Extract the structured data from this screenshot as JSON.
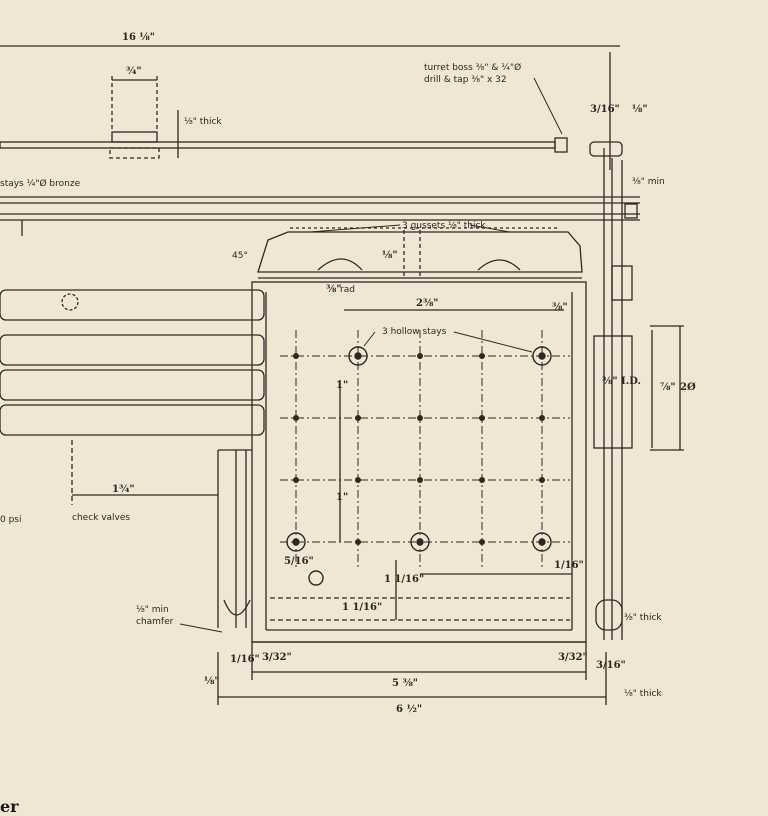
{
  "labels": {
    "overall_width": "16 ⅛\"",
    "turret_boss": "turret boss ⅜\" & ¼\"Ø",
    "drill_tap": "drill & tap ⅜\" x 32",
    "three_eighths_top": "¾\"",
    "eighth_thick_top": "⅛\" thick",
    "stays_bronze": "stays ¼\"Ø bronze",
    "gussets": "3 gussets ⅛\" thick",
    "deg45": "45°",
    "rad": "rad",
    "hollow_stays": "3 hollow stays",
    "check_valves": "check valves",
    "psi": "0 psi",
    "chamfer_1": "⅛\" min",
    "chamfer_2": "chamfer",
    "min_label": "⅜\" min",
    "dim_2_3_8": "2⅜\"",
    "dim_3_8_a": "⅜\"",
    "dim_1_8_a": "⅛\"",
    "dim_id": "⅜\" I.D.",
    "dim_7_8": "⅞\"",
    "dim_2dia": "2Ø",
    "dim_3_8_center": "⅜\"",
    "dim_1_in": "1\"",
    "dim_1_in_b": "1\"",
    "dim_1_1_16": "1 1/16\"",
    "dim_1_1_16_b": "1 1/16\"",
    "dim_1_16": "1/16\"",
    "dim_5_16": "5/16\"",
    "dim_3_32_left": "3/32\"",
    "dim_3_32_right": "3/32\"",
    "dim_1_16_left": "1/16\"",
    "dim_1_8_left": "⅛\"",
    "dim_3_8_thick": "⅜\" thick",
    "dim_1_8_thick": "⅛\" thick",
    "dim_3_16": "3/16\"",
    "dim_5_3_8": "5 ⅜\"",
    "dim_6_1_2": "6 ½\"",
    "dim_1_3_4": "1¾\"",
    "dim_3_16_top": "3/16\"",
    "dim_1_8_top": "⅛\""
  },
  "caption": "er"
}
